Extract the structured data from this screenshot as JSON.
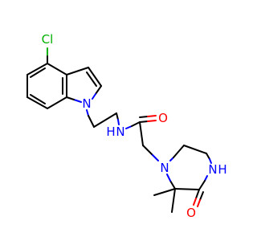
{
  "molecule": {
    "atoms": {
      "chlorine": "Cl",
      "indole_nitrogen": "N",
      "amide_nitrogen": "N",
      "amide_hydrogen": "H",
      "amide_oxygen": "O",
      "piperazine_nitrogen": "N",
      "lactam_nitrogen": "N",
      "lactam_hydrogen": "H",
      "lactam_oxygen": "O"
    },
    "colors": {
      "carbon_bond": "#000000",
      "nitrogen": "#0000ff",
      "oxygen": "#ff0000",
      "chlorine": "#00b000"
    }
  }
}
